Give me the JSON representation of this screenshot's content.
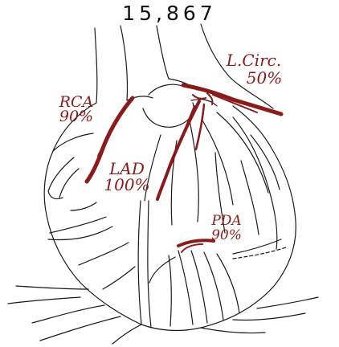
{
  "case_number": "15,867",
  "colors": {
    "ink": "#1a1a1a",
    "vessel": "#8b1a1a"
  },
  "labels": {
    "rca": {
      "name": "RCA",
      "stenosis": "90%"
    },
    "lcirc": {
      "name": "L.Circ.",
      "stenosis": "50%"
    },
    "lad": {
      "name": "LAD",
      "stenosis": "100%"
    },
    "pda": {
      "name": "PDA",
      "stenosis": "90%"
    }
  }
}
